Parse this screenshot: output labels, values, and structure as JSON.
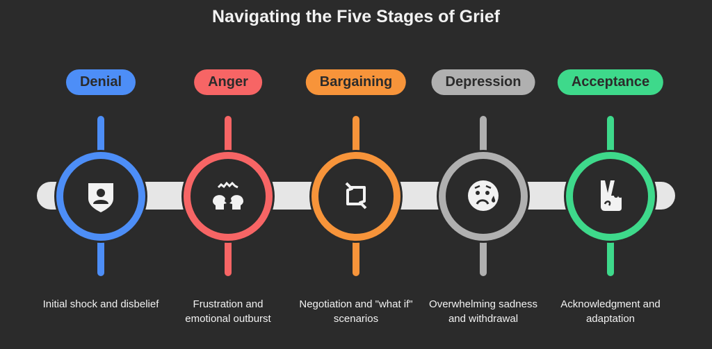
{
  "title": "Navigating the Five Stages of Grief",
  "stages": [
    {
      "label": "Denial",
      "description": "Initial shock and disbelief",
      "color": "#4d8ef7",
      "icon": "shield-user-icon"
    },
    {
      "label": "Anger",
      "description": "Frustration and emotional outburst",
      "color": "#f76565",
      "icon": "clashing-heads-icon"
    },
    {
      "label": "Bargaining",
      "description": "Negotiation and \"what if\" scenarios",
      "color": "#f7943a",
      "icon": "handshake-deal-icon"
    },
    {
      "label": "Depression",
      "description": "Overwhelming sadness and withdrawal",
      "color": "#b0b0b0",
      "icon": "sad-sweat-face-icon"
    },
    {
      "label": "Acceptance",
      "description": "Acknowledgment and adaptation",
      "color": "#3ed98b",
      "icon": "peace-hand-icon"
    }
  ]
}
